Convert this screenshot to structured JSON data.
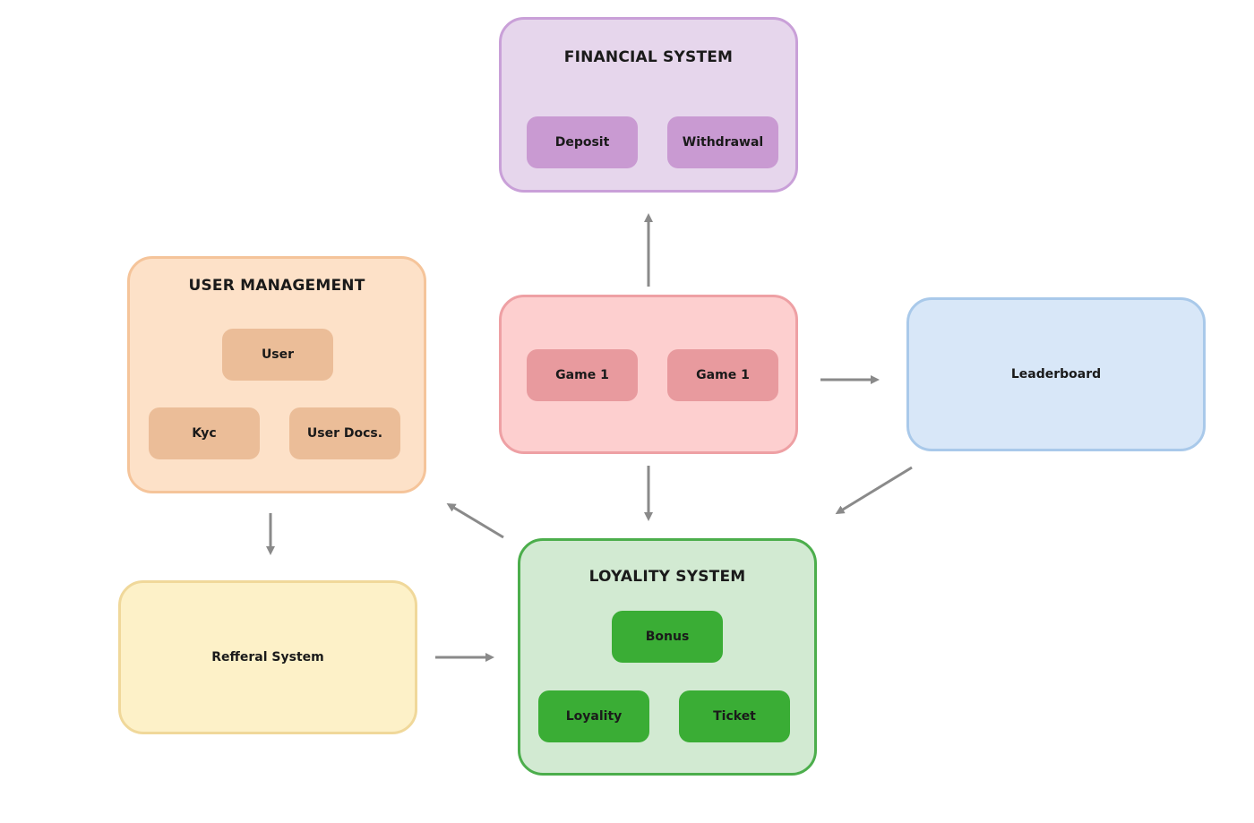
{
  "diagram": {
    "financial": {
      "title": "FINANCIAL SYSTEM",
      "items": [
        "Deposit",
        "Withdrawal"
      ],
      "fill_color": "#e6d6ec",
      "border_color": "#c9a0d8",
      "item_color": "#c99ad2"
    },
    "games": {
      "items": [
        "Game 1",
        "Game 1"
      ],
      "fill_color": "#fdcfcf",
      "border_color": "#eea0a4",
      "item_color": "#e89a9e"
    },
    "user_management": {
      "title": "USER MANAGEMENT",
      "items": [
        "User",
        "Kyc",
        "User Docs."
      ],
      "fill_color": "#fde1c8",
      "border_color": "#f5c49a",
      "item_color": "#ebbd98"
    },
    "leaderboard": {
      "label": "Leaderboard",
      "fill_color": "#d8e7f8",
      "border_color": "#a9c9ea"
    },
    "referral": {
      "label": "Refferal System",
      "fill_color": "#fdf1c8",
      "border_color": "#f0d89a"
    },
    "loyalty": {
      "title": "LOYALITY SYSTEM",
      "items": [
        "Bonus",
        "Loyality",
        "Ticket"
      ],
      "fill_color": "#d2ead2",
      "border_color": "#4cae4c",
      "item_color": "#3aad35"
    },
    "arrow_color": "#8a8a8a",
    "edges": [
      {
        "from": "games",
        "to": "financial"
      },
      {
        "from": "games",
        "to": "leaderboard"
      },
      {
        "from": "games",
        "to": "loyalty"
      },
      {
        "from": "leaderboard",
        "to": "loyalty"
      },
      {
        "from": "loyalty",
        "to": "user_management"
      },
      {
        "from": "user_management",
        "to": "referral"
      },
      {
        "from": "referral",
        "to": "loyalty"
      }
    ]
  }
}
